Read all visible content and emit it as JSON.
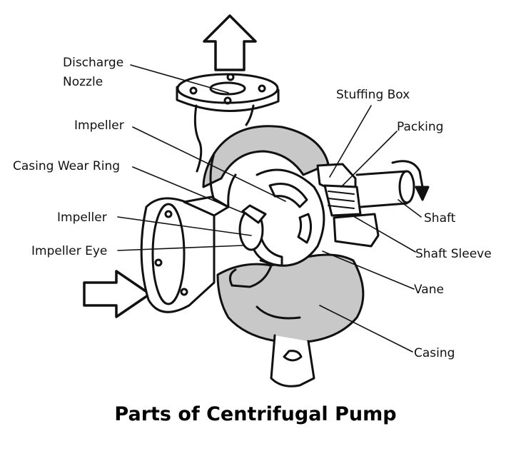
{
  "title": "Parts of Centrifugal Pump",
  "labels": {
    "discharge_nozzle_line1": "Discharge",
    "discharge_nozzle_line2": "Nozzle",
    "impeller_upper": "Impeller",
    "casing_wear_ring": "Casing Wear Ring",
    "impeller_lower": "Impeller",
    "impeller_eye": "Impeller Eye",
    "stuffing_box": "Stuffing Box",
    "packing": "Packing",
    "shaft": "Shaft",
    "shaft_sleeve": "Shaft Sleeve",
    "vane": "Vane",
    "casing": "Casing"
  },
  "colors": {
    "line": "#111111",
    "casing_fill": "#c8c8c8",
    "background": "#ffffff"
  }
}
